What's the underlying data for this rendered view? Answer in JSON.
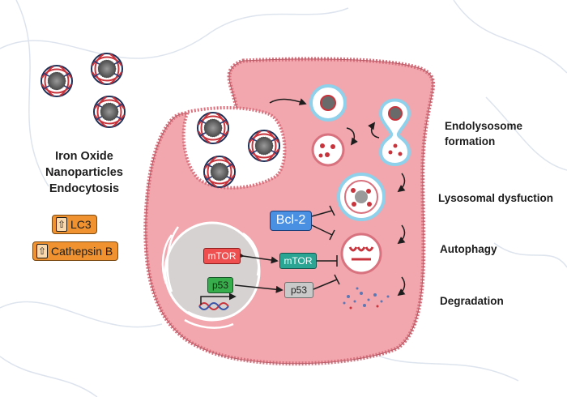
{
  "left_panel": {
    "title_lines": [
      "Iron Oxide",
      "Nanoparticles",
      "Endocytosis"
    ],
    "markers": [
      {
        "label": "LC3",
        "icon": "up-arrow-icon"
      },
      {
        "label": "Cathepsin B",
        "icon": "up-arrow-icon"
      }
    ]
  },
  "proteins": {
    "mtor_nucleus": "mTOR",
    "mtor_cytoplasm": "mTOR",
    "p53_nucleus": "p53",
    "p53_cytoplasm": "p53",
    "bcl2": "Bcl-2"
  },
  "stages": {
    "endolysosome": [
      "Endolysosome",
      "formation"
    ],
    "lysosomal": "Lysosomal dysfuction",
    "autophagy": "Autophagy",
    "degradation": "Degradation"
  },
  "colors": {
    "cell_fill": "#f2a6ad",
    "membrane": "#d8727e",
    "nucleus": "#d6d2d2",
    "badge": "#f0922f",
    "mtor_red": "#ef4f4f",
    "mtor_teal": "#2aa593",
    "p53_green": "#37ad4b",
    "p53_gray": "#c9c9c9",
    "bcl2_blue": "#4a90e2"
  }
}
